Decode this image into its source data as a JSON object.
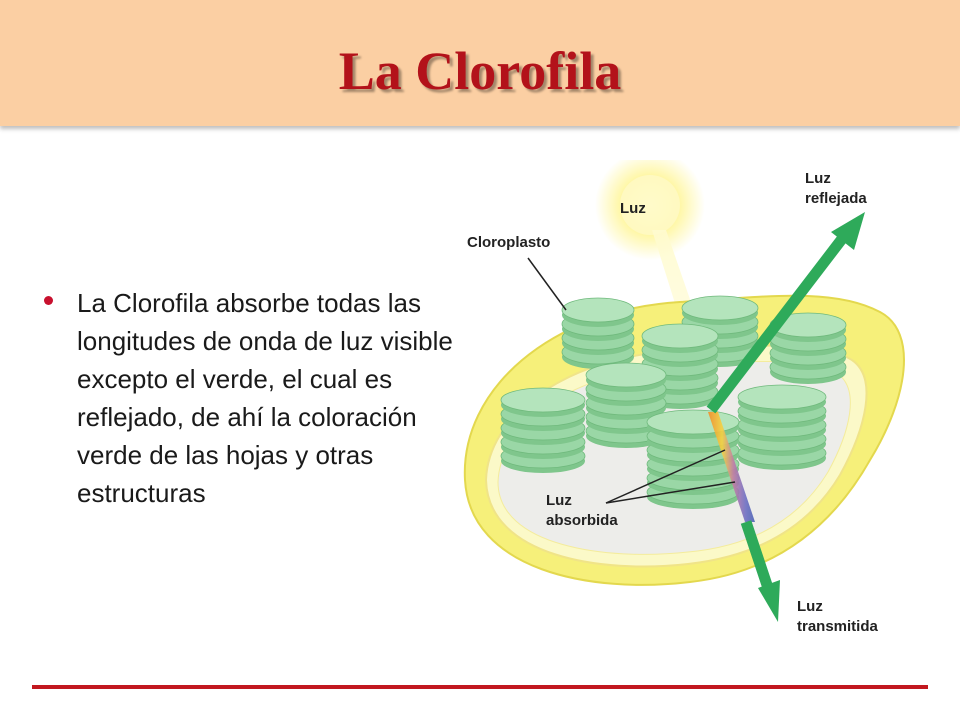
{
  "slide": {
    "title": "La Clorofila",
    "bullet": "La Clorofila absorbe todas las longitudes de onda de luz visible excepto el verde, el cual es reflejado, de ahí la coloración verde de las hojas y otras estructuras"
  },
  "diagram": {
    "labels": {
      "light": "Luz",
      "chloroplast": "Cloroplasto",
      "reflected_line1": "Luz",
      "reflected_line2": "reflejada",
      "absorbed_line1": "Luz",
      "absorbed_line2": "absorbida",
      "transmitted_line1": "Luz",
      "transmitted_line2": "transmitida"
    }
  },
  "colors": {
    "header_band": "#fbcfa3",
    "title": "#b3121a",
    "bullet": "#c8102e",
    "footer_line": "#c2181f",
    "chloroplast_membrane": "#f6f07a",
    "thylakoid": "#8fd49c",
    "arrow_green": "#2eaa5a"
  }
}
